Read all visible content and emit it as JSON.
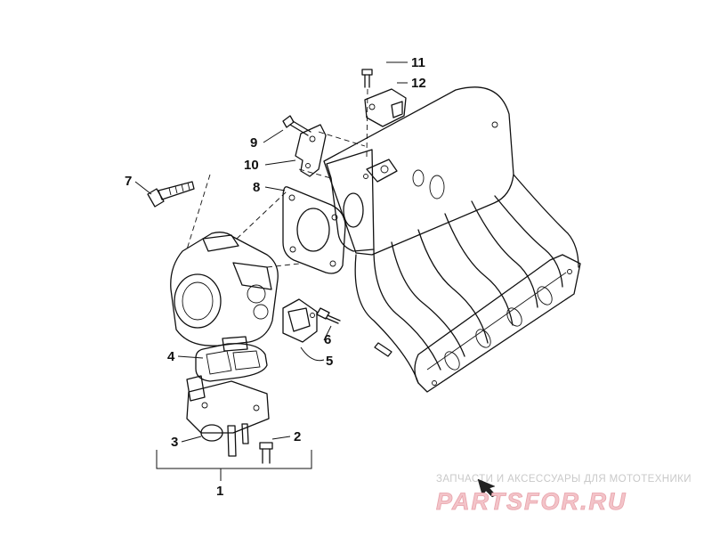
{
  "callouts": {
    "c1": "1",
    "c2": "2",
    "c3": "3",
    "c4": "4",
    "c5": "5",
    "c6": "6",
    "c7": "7",
    "c8": "8",
    "c9": "9",
    "c10": "10",
    "c11": "11",
    "c12": "12"
  },
  "watermark": {
    "tagline": "ЗАПЧАСТИ И АКСЕССУАРЫ ДЛЯ МОТОТЕХНИКИ",
    "brand": "PARTSFOR.RU",
    "brand_color": "#f3c4c9"
  }
}
